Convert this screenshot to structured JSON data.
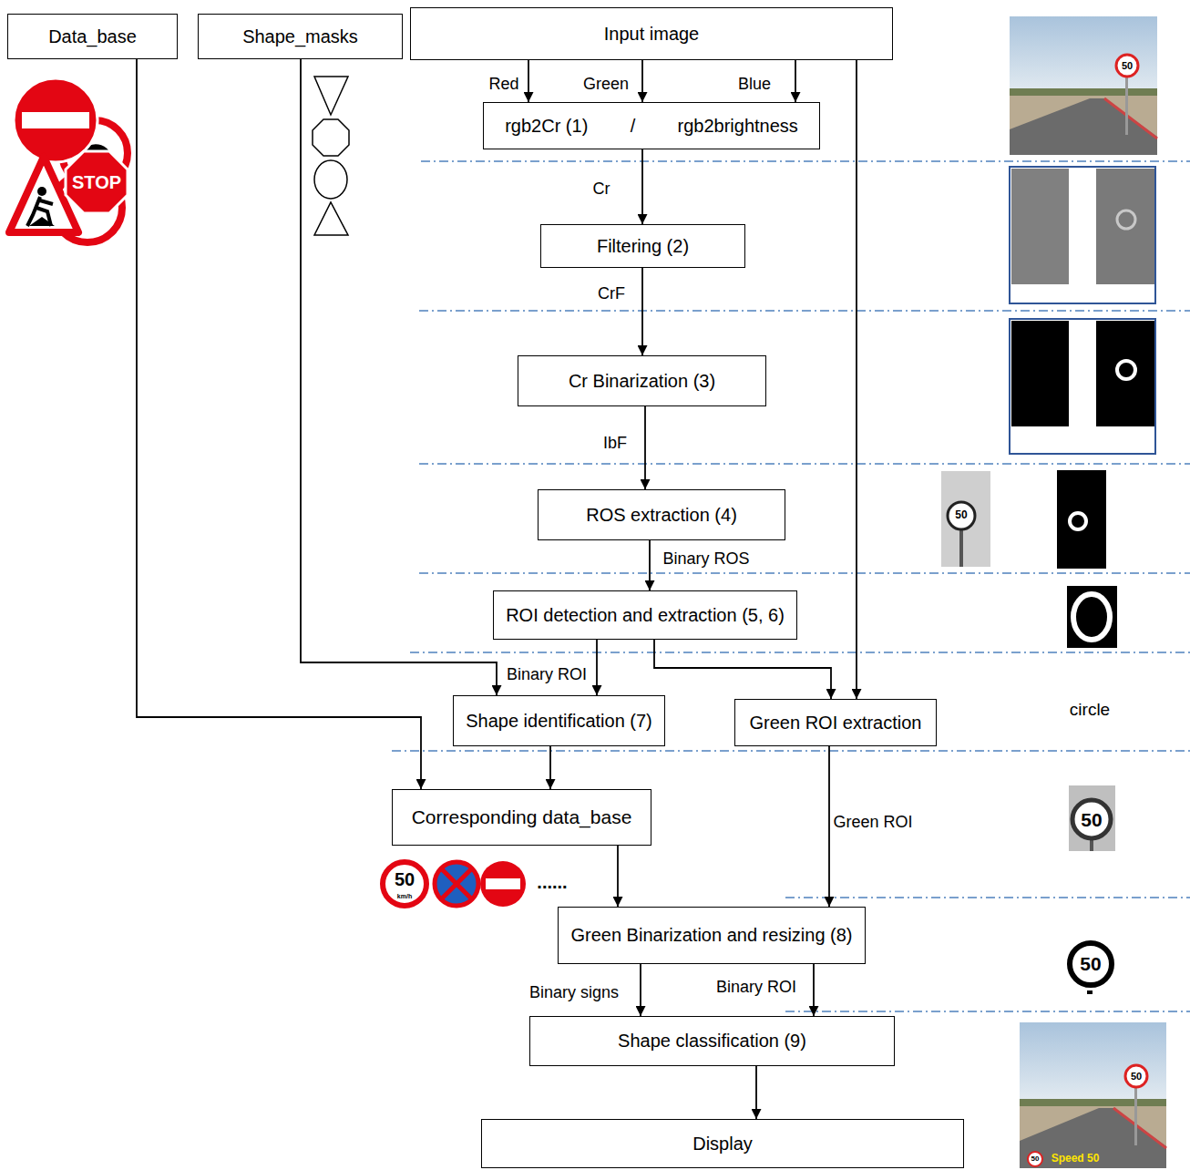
{
  "diagram": {
    "nodes": [
      {
        "text": [
          "Data_base"
        ]
      },
      {
        "text": [
          "Shape_masks"
        ]
      },
      {
        "text": [
          "Input image"
        ]
      },
      {
        "text": [
          "rgb2Cr (1)",
          "/",
          "rgb2brightness"
        ]
      },
      {
        "text": [
          "Filtering (2)"
        ]
      },
      {
        "text": [
          "Cr Binarization (3)"
        ]
      },
      {
        "text": [
          "ROS extraction (4)"
        ]
      },
      {
        "text": [
          "ROI detection and extraction (5, 6)"
        ]
      },
      {
        "text": [
          "Shape identification (7)"
        ]
      },
      {
        "text": [
          "Green ROI extraction"
        ]
      },
      {
        "text": [
          "Corresponding data_base"
        ]
      },
      {
        "text": [
          "Green Binarization and resizing (8)"
        ]
      },
      {
        "text": [
          "Shape classification (9)"
        ]
      },
      {
        "text": [
          "Display"
        ]
      }
    ],
    "edges": [
      {
        "from": 2,
        "to": 3,
        "label": "Red",
        "arrow": "to"
      },
      {
        "from": 2,
        "to": 3,
        "label": "Green",
        "arrow": "to"
      },
      {
        "from": 2,
        "to": 3,
        "label": "Blue",
        "arrow": "to"
      },
      {
        "from": 3,
        "to": 4,
        "label": "Cr",
        "arrow": "to"
      },
      {
        "from": 4,
        "to": 5,
        "label": "CrF",
        "arrow": "to"
      },
      {
        "from": 5,
        "to": 6,
        "label": "IbF",
        "arrow": "to"
      },
      {
        "from": 6,
        "to": 7,
        "label": "Binary ROS",
        "arrow": "to"
      },
      {
        "from": 1,
        "to": 8,
        "arrow": "to"
      },
      {
        "from": 7,
        "to": 8,
        "label": "Binary ROI",
        "arrow": "to"
      },
      {
        "from": 7,
        "to": 9,
        "arrow": "to"
      },
      {
        "from": 2,
        "to": 9,
        "arrow": "to"
      },
      {
        "from": 0,
        "to": 10,
        "arrow": "to"
      },
      {
        "from": 8,
        "to": 10,
        "arrow": "to"
      },
      {
        "from": 9,
        "to": 11,
        "label": "Green ROI",
        "arrow": "to"
      },
      {
        "from": 10,
        "to": 11,
        "arrow": "to"
      },
      {
        "from": 11,
        "to": 12,
        "label": "Binary signs",
        "arrow": "to"
      },
      {
        "from": 11,
        "to": 12,
        "label": "Binary ROI",
        "arrow": "to"
      },
      {
        "from": 12,
        "to": 13,
        "arrow": "to"
      }
    ],
    "labels": [
      "50",
      "STOP",
      "50",
      "circle",
      "50",
      "50",
      "km/h",
      "......",
      "50",
      "50",
      "50",
      "Speed 50"
    ]
  }
}
